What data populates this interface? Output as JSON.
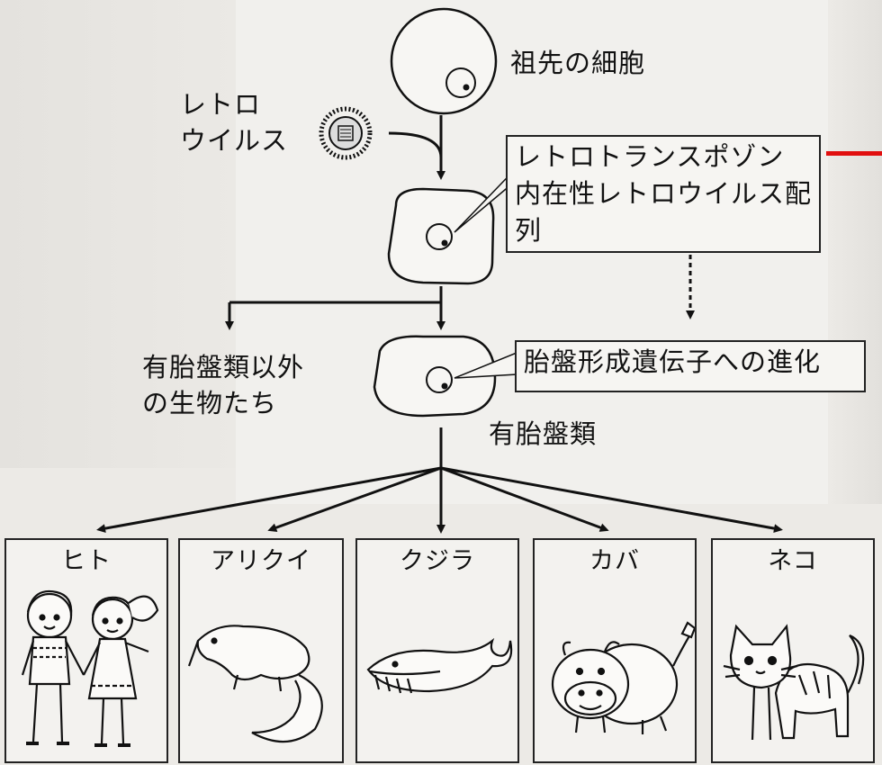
{
  "labels": {
    "ancestor_cell": "祖先の細胞",
    "retrovirus": "レトロ\nウイルス",
    "sequence_box": "レトロトランスポゾン\n内在性レトロウイルス配列",
    "non_placental": "有胎盤類以外\nの生物たち",
    "evolution_box": "胎盤形成遺伝子への進化",
    "placental": "有胎盤類"
  },
  "animals": [
    {
      "name": "ヒト",
      "icon": "human-children-icon"
    },
    {
      "name": "アリクイ",
      "icon": "anteater-icon"
    },
    {
      "name": "クジラ",
      "icon": "whale-icon"
    },
    {
      "name": "カバ",
      "icon": "hippo-icon"
    },
    {
      "name": "ネコ",
      "icon": "cat-icon"
    }
  ],
  "colors": {
    "line": "#111111",
    "cell_fill": "#f7f6f3",
    "accent_red": "#e10f0f"
  }
}
